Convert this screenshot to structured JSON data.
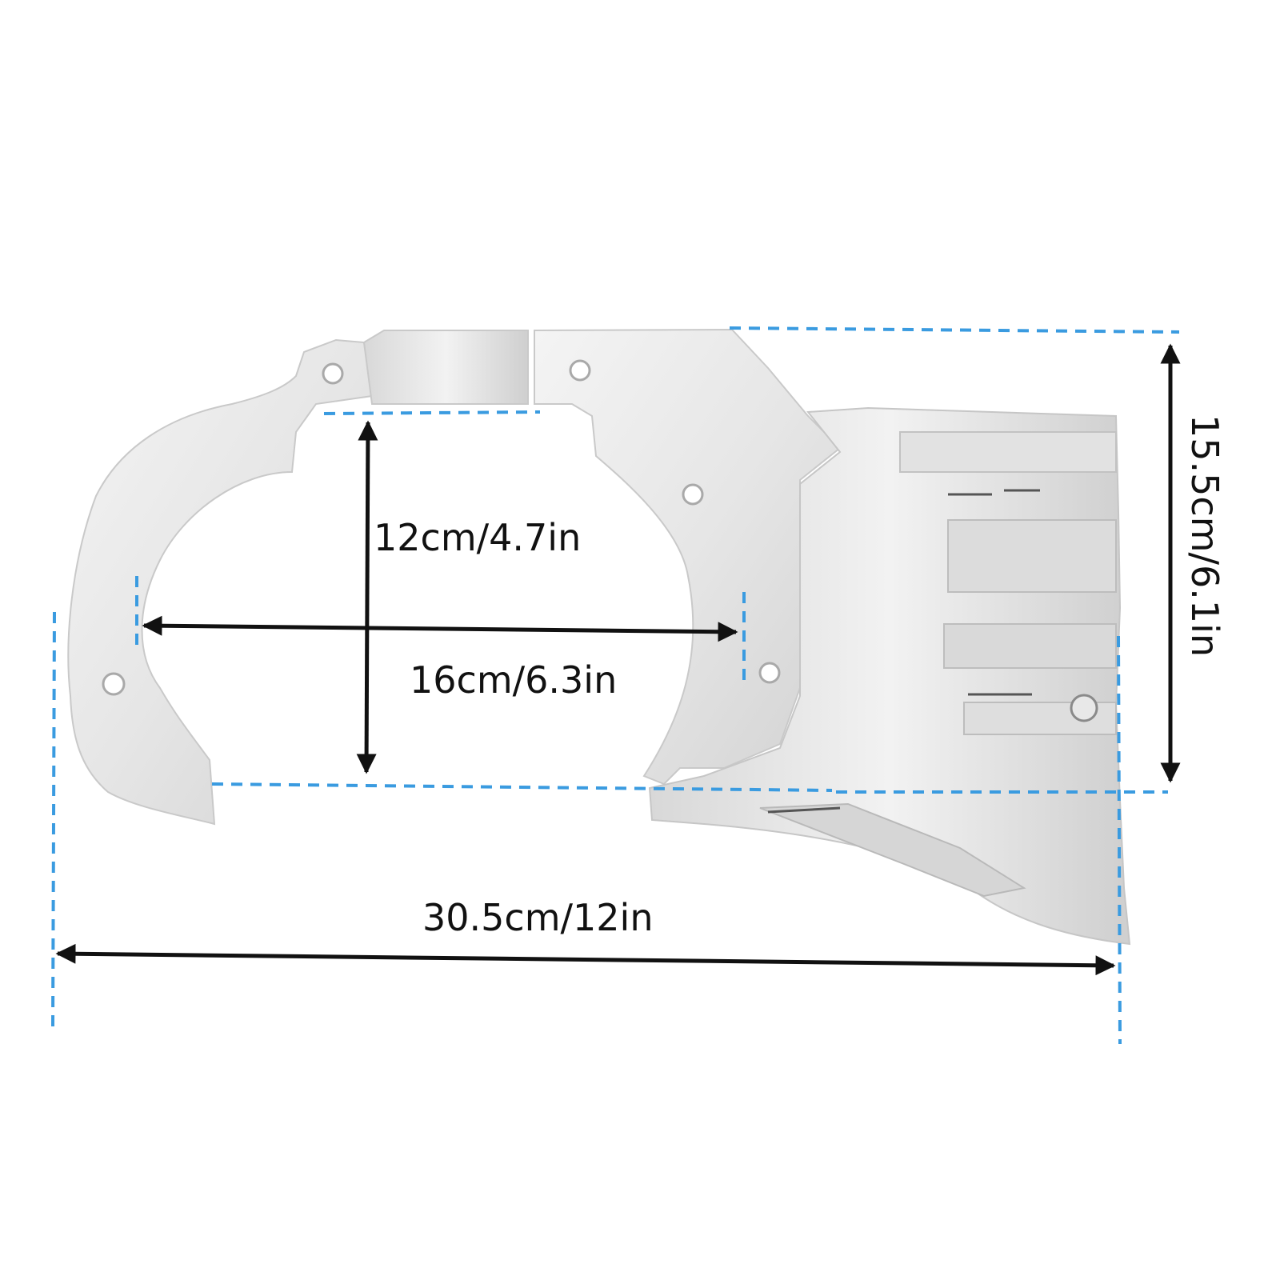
{
  "colors": {
    "background": "#ffffff",
    "guide_line": "#3a9be0",
    "dimension_arrow": "#111111",
    "part_fill": "#e8e8e8",
    "part_highlight": "#fafafa",
    "part_shadow": "#c4c4c4",
    "part_dark_accent": "#555555"
  },
  "part": {
    "name_icon": "chrome-cover-part-illustration"
  },
  "dimensions": {
    "inner_height": "12cm/4.7in",
    "inner_width": "16cm/6.3in",
    "overall_width": "30.5cm/12in",
    "overall_height": "15.5cm/6.1in"
  }
}
